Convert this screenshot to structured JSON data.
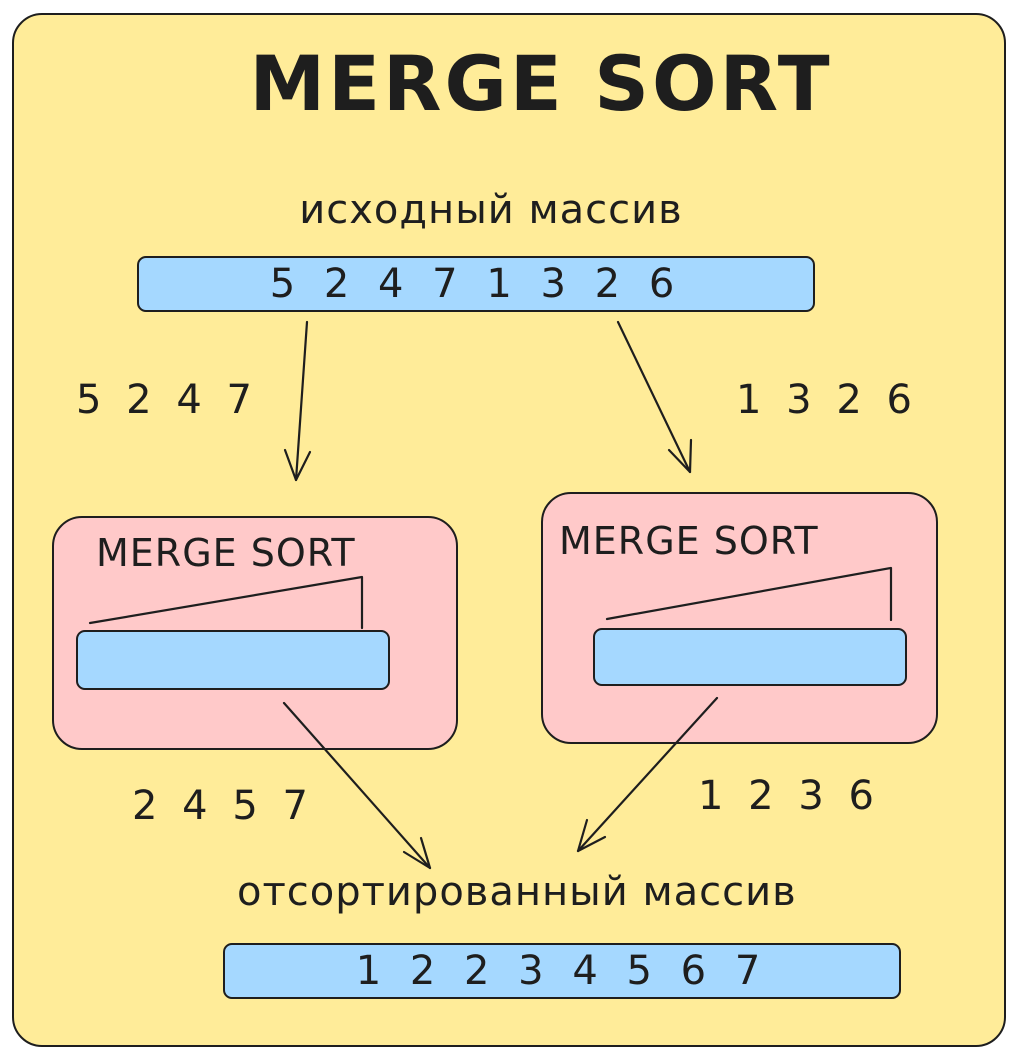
{
  "title": "MERGE SORT",
  "input_label": "исходный массив",
  "input_array": "5 2 4 7 1 3 2 6",
  "left_half": "5 2 4 7",
  "right_half": "1 3 2 6",
  "left_box": {
    "title": "MERGE SORT"
  },
  "right_box": {
    "title": "MERGE SORT"
  },
  "left_sorted": "2 4 5 7",
  "right_sorted": "1 2 3 6",
  "output_label": "отсортированный массив",
  "output_array": "1 2 2 3 4 5 6 7",
  "colors": {
    "background": "#ffec99",
    "array_fill": "#a5d8ff",
    "box_fill": "#ffc9c9",
    "stroke": "#1e1e1e"
  }
}
